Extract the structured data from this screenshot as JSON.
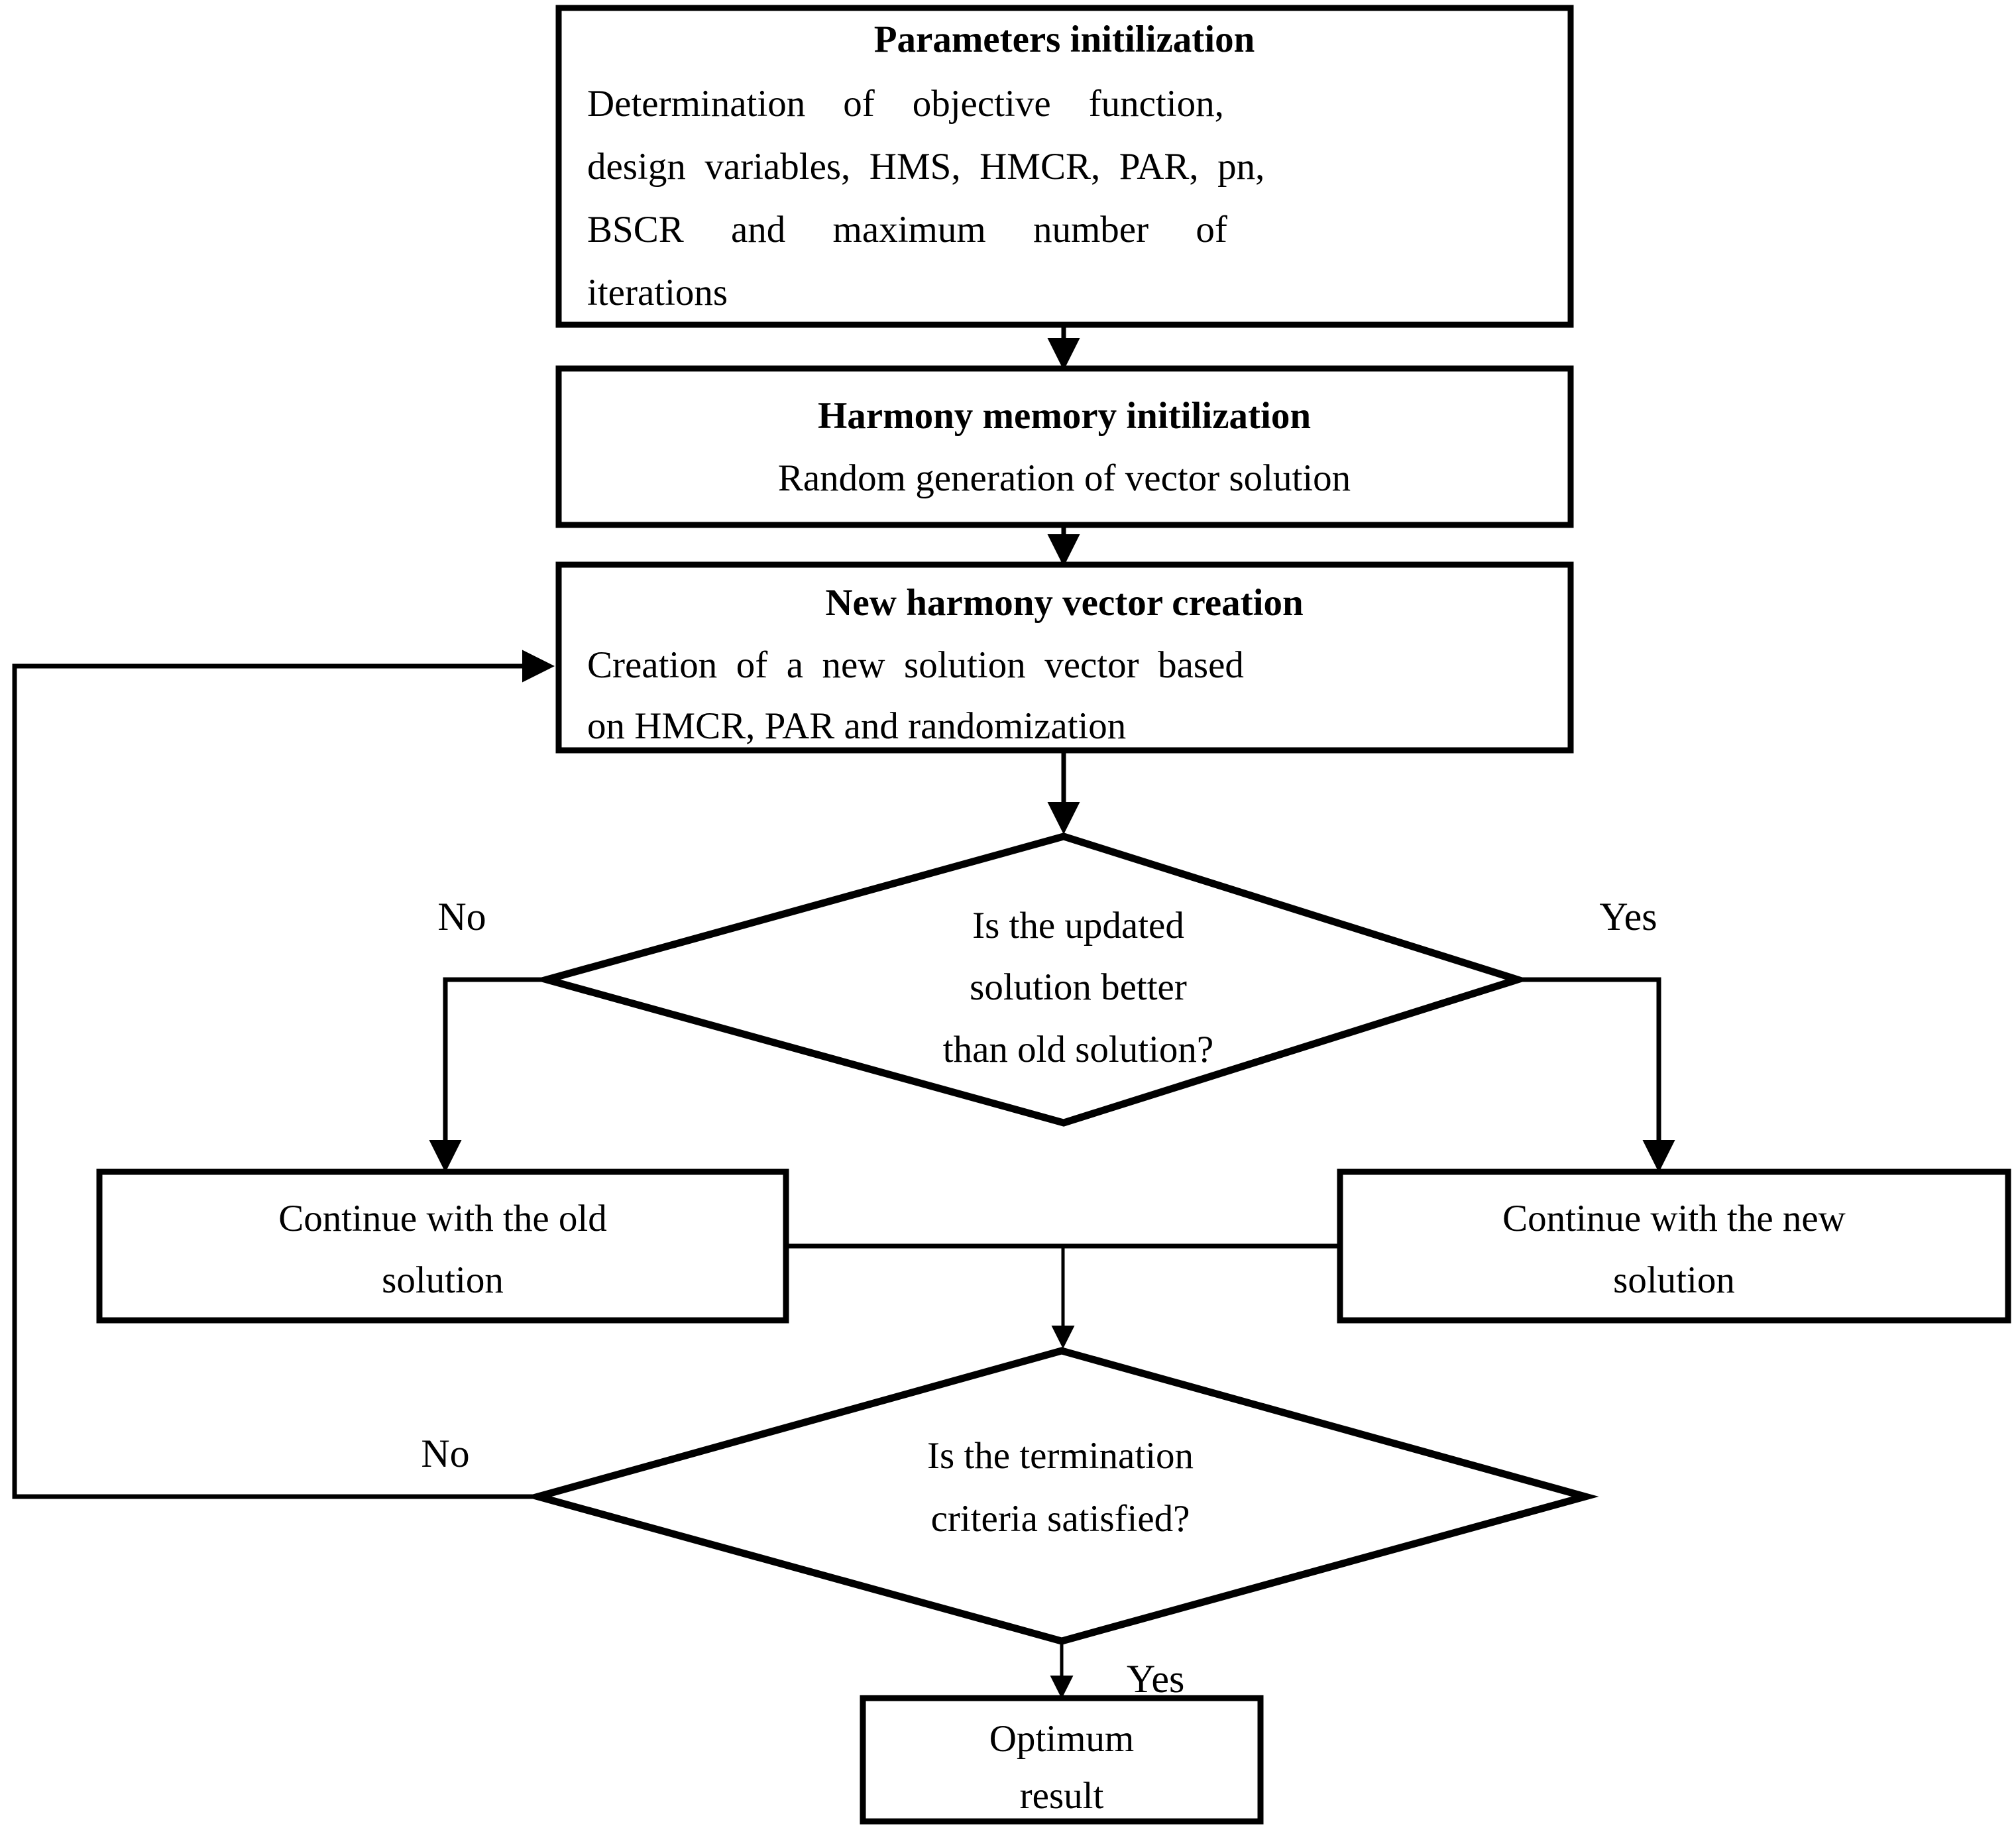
{
  "diagram": {
    "type": "flowchart",
    "title": "Harmony Search Algorithm Flowchart",
    "background_color": "#ffffff",
    "line_color": "#000000",
    "text_color": "#000000"
  },
  "nodes": {
    "parameters_init": {
      "shape": "process",
      "title": "Parameters initilization",
      "body_lines": [
        "Determination    of    objective    function,",
        "design  variables,  HMS,  HMCR,  PAR,  pn,",
        "BSCR     and     maximum     number     of",
        "iterations"
      ]
    },
    "harmony_memory_init": {
      "shape": "process",
      "title": "Harmony memory initilization",
      "body_lines": [
        "Random generation of vector solution"
      ]
    },
    "new_harmony_vector": {
      "shape": "process",
      "title": "New harmony vector creation",
      "body_lines": [
        "Creation  of  a  new  solution  vector  based",
        "on HMCR, PAR and randomization"
      ]
    },
    "decision_better": {
      "shape": "decision",
      "body_lines": [
        "Is the updated",
        "solution better",
        "than old solution?"
      ]
    },
    "continue_old": {
      "shape": "process",
      "body_lines": [
        "Continue with the old",
        "solution"
      ]
    },
    "continue_new": {
      "shape": "process",
      "body_lines": [
        "Continue with the new",
        "solution"
      ]
    },
    "decision_termination": {
      "shape": "decision",
      "body_lines": [
        "Is the termination",
        "criteria satisfied?"
      ]
    },
    "optimum_result": {
      "shape": "terminator",
      "body_lines": [
        "Optimum",
        "result"
      ]
    }
  },
  "edge_labels": {
    "better_no": "No",
    "better_yes": "Yes",
    "termination_no": "No",
    "termination_yes": "Yes"
  }
}
